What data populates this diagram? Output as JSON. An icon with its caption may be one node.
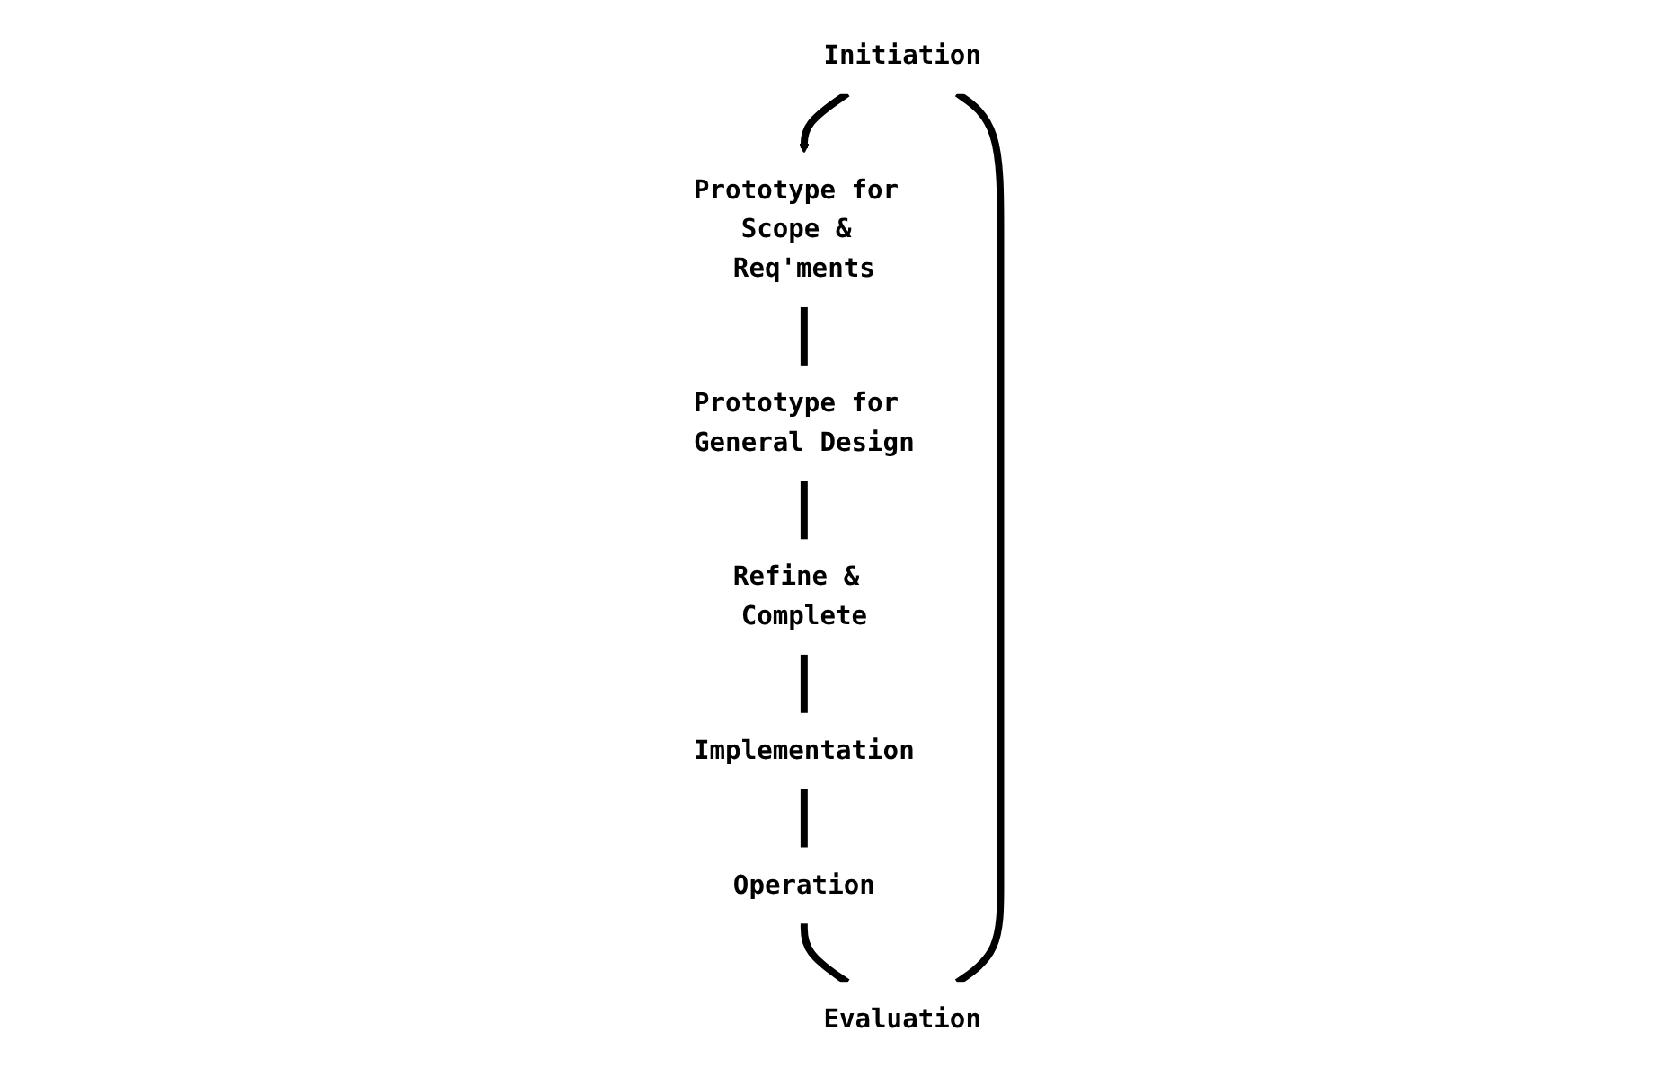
{
  "diagram": {
    "nodes": [
      {
        "text": [
          "Initiation"
        ]
      },
      {
        "text": [
          "Prototype for Scope & Req'ments"
        ]
      },
      {
        "text": [
          "Prototype for General Design"
        ]
      },
      {
        "text": [
          "Refine & Complete"
        ]
      },
      {
        "text": [
          "Implementation"
        ]
      },
      {
        "text": [
          "Operation"
        ]
      },
      {
        "text": [
          "Evaluation"
        ]
      }
    ],
    "edges": [
      {
        "from": 0,
        "to": 1,
        "arrow": "to"
      },
      {
        "from": 1,
        "to": 2,
        "arrow": "none"
      },
      {
        "from": 2,
        "to": 3,
        "arrow": "none"
      },
      {
        "from": 3,
        "to": 4,
        "arrow": "none"
      },
      {
        "from": 4,
        "to": 5,
        "arrow": "none"
      },
      {
        "from": 5,
        "to": 6,
        "arrow": "none"
      },
      {
        "from": 6,
        "to": 0,
        "arrow": "none"
      }
    ]
  }
}
